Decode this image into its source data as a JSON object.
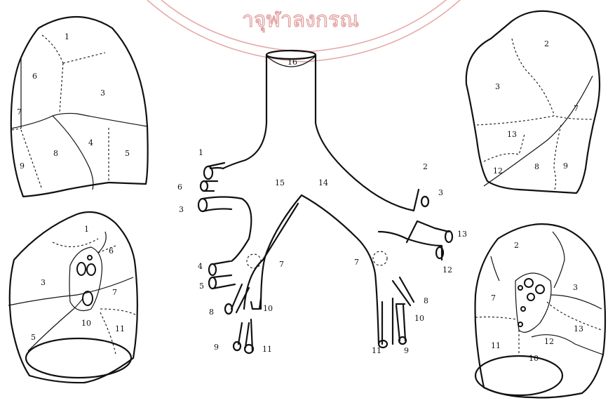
{
  "watermark": {
    "text": "าจุฬาลงกรณ"
  },
  "labels": {
    "ll": {
      "l1": "1",
      "l6": "6",
      "l3": "3",
      "l7": "7",
      "l8": "8",
      "l4": "4",
      "l5": "5",
      "l9": "9"
    },
    "lr": {
      "l1": "1",
      "l6": "6",
      "l3": "3",
      "l7": "7",
      "l5": "5",
      "l10": "10",
      "l11": "11"
    },
    "tr": {
      "l16": "16",
      "l15": "15",
      "l14": "14",
      "l1": "1",
      "l6": "6",
      "l3": "3",
      "l4": "4",
      "l5": "5",
      "l7": "7",
      "l8": "8",
      "l9": "9",
      "l10": "10",
      "l11": "11",
      "r2": "2",
      "r3": "3",
      "r13": "13",
      "r12": "12",
      "r7": "7",
      "r8": "8",
      "r10": "10",
      "r11": "11",
      "r9": "9"
    },
    "rl": {
      "l2": "2",
      "l3": "3",
      "l7": "7",
      "l13": "13",
      "l12": "12",
      "l8": "8",
      "l9": "9"
    },
    "rm": {
      "l2": "2",
      "l3": "3",
      "l7": "7",
      "l13": "13",
      "l12": "12",
      "l11": "11",
      "l10": "10"
    }
  }
}
